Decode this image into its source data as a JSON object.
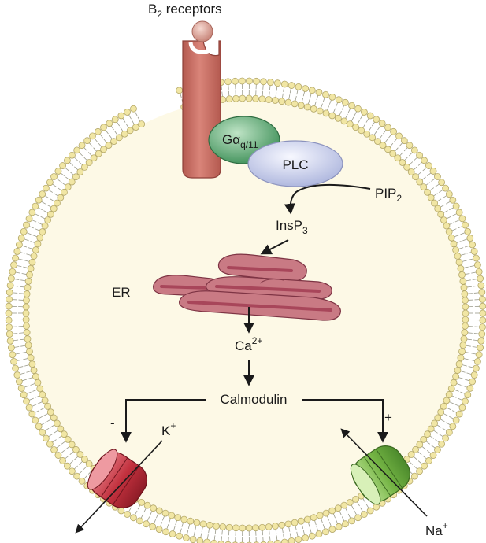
{
  "colors": {
    "cytoplasm": "#fdf9e6",
    "lipid_head": "#f1e6a4",
    "lipid_head_stroke": "#b4a86a",
    "receptor": "#cf7469",
    "receptor_dark": "#a9524a",
    "ligand": "#dfa195",
    "g_protein": "#4fa56b",
    "plc": "#cfd4ee",
    "er_membrane": "#c97a84",
    "er_lumen": "#a8465a",
    "k_channel": "#c8424e",
    "na_channel": "#7fbf4e",
    "arrow": "#1a1a1a"
  },
  "labels": {
    "receptor_main": "B",
    "receptor_sub": "2",
    "receptor_tail": " receptors",
    "galpha_main": "Gα",
    "galpha_sub": "q/11",
    "plc": "PLC",
    "pip2_main": "PIP",
    "pip2_sub": "2",
    "insp3_main": "InsP",
    "insp3_sub": "3",
    "er": "ER",
    "ca_main": "Ca",
    "ca_sup": "2+",
    "calmodulin": "Calmodulin",
    "minus": "-",
    "plus": "+",
    "k_main": "K",
    "k_sup": "+",
    "na_main": "Na",
    "na_sup": "+"
  },
  "icons": {
    "receptor": "b2-receptor-icon",
    "ligand": "bradykinin-ligand-icon",
    "g_protein": "g-protein-icon",
    "plc": "plc-enzyme-icon",
    "er": "endoplasmic-reticulum-icon",
    "k_channel": "potassium-channel-icon",
    "na_channel": "sodium-channel-icon"
  }
}
